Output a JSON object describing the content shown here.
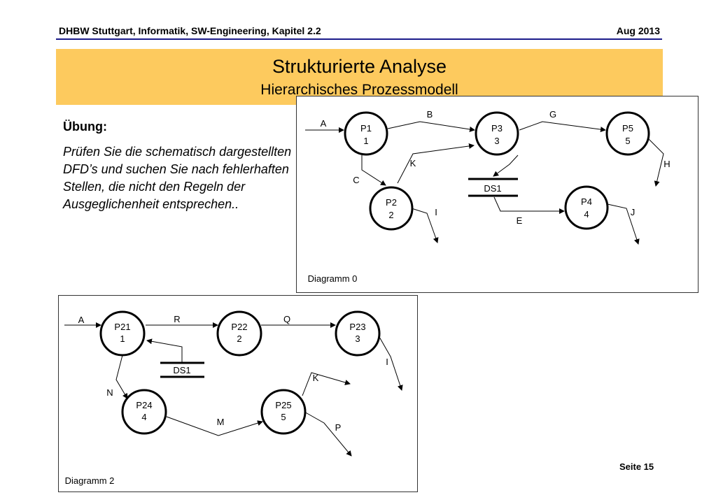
{
  "header": {
    "left": "DHBW Stuttgart, Informatik, SW-Engineering, Kapitel 2.2",
    "right": "Aug 2013"
  },
  "banner": {
    "title": "Strukturierte Analyse",
    "subtitle": "Hierarchisches Prozessmodell"
  },
  "exercise": {
    "heading": "Übung:",
    "text": "Prüfen Sie die schematisch dargestellten DFD’s und suchen Sie nach fehlerhaften Stellen, die nicht den Regeln der Ausgeglichenheit entsprechen.."
  },
  "diagram0": {
    "caption": "Diagramm 0",
    "processes": [
      {
        "name": "P1",
        "number": "1"
      },
      {
        "name": "P2",
        "number": "2"
      },
      {
        "name": "P3",
        "number": "3"
      },
      {
        "name": "P4",
        "number": "4"
      },
      {
        "name": "P5",
        "number": "5"
      }
    ],
    "store": "DS1",
    "flows": [
      "A",
      "B",
      "C",
      "E",
      "G",
      "H",
      "I",
      "J",
      "K"
    ]
  },
  "diagram2": {
    "caption": "Diagramm 2",
    "processes": [
      {
        "name": "P21",
        "number": "1"
      },
      {
        "name": "P22",
        "number": "2"
      },
      {
        "name": "P23",
        "number": "3"
      },
      {
        "name": "P24",
        "number": "4"
      },
      {
        "name": "P25",
        "number": "5"
      }
    ],
    "store": "DS1",
    "flows": [
      "A",
      "R",
      "Q",
      "I",
      "N",
      "K",
      "M",
      "P"
    ]
  },
  "footer": {
    "page": "Seite 15"
  }
}
